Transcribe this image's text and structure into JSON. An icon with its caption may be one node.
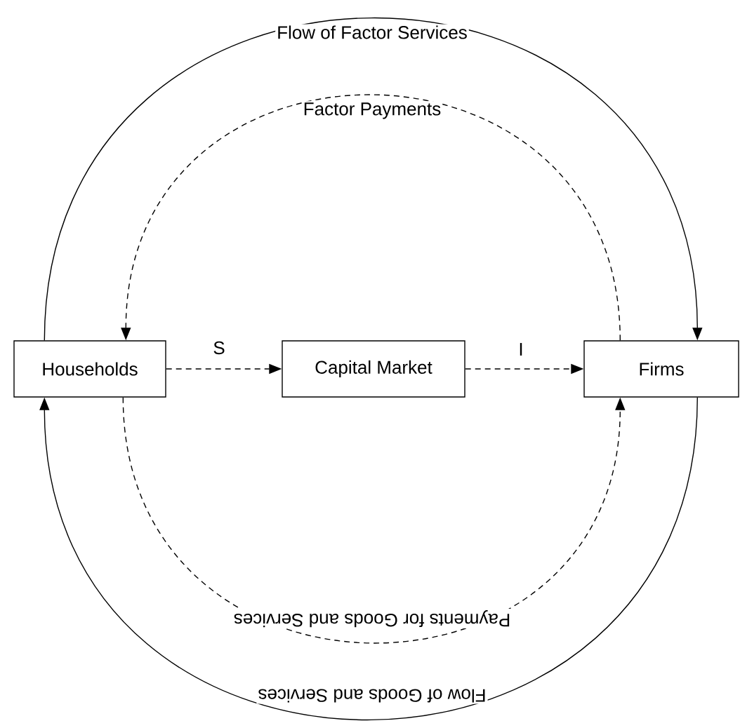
{
  "diagram": {
    "nodes": [
      {
        "text": [
          "Households"
        ]
      },
      {
        "text": [
          "Capital Market"
        ]
      },
      {
        "text": [
          "Firms"
        ]
      }
    ],
    "edges": [
      {
        "from": 0,
        "to": 2,
        "arrow": "to",
        "label": "Flow of Factor Services"
      },
      {
        "from": 2,
        "to": 0,
        "arrow": "to",
        "style": "dashed",
        "label": "Factor Payments"
      },
      {
        "from": 0,
        "to": 1,
        "arrow": "to",
        "style": "dashed",
        "label": "S"
      },
      {
        "from": 1,
        "to": 2,
        "arrow": "to",
        "style": "dashed",
        "label": "I"
      },
      {
        "from": 0,
        "to": 2,
        "arrow": "to",
        "style": "dashed",
        "label": "Payments for Goods and Services"
      },
      {
        "from": 2,
        "to": 0,
        "arrow": "to",
        "label": "Flow of Goods and Services"
      }
    ]
  }
}
